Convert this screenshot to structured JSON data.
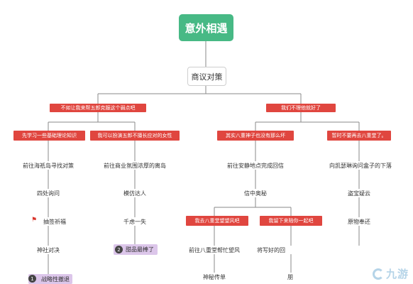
{
  "root": "意外相遇",
  "level1": "商议对策",
  "branch_left": "不如让我来帮五郎克服这个弱点吧",
  "branch_right": "我们不理他就好了",
  "opt_l1": "先学习一些基础理论知识",
  "opt_l2": "我可以扮演五郎不擅长应对的女性",
  "opt_r1": "其实八重神子也没有那么坏",
  "opt_r2": "暂时不要再去八重堂了。",
  "l1_steps": [
    "前往海祇岛寻找对策",
    "四处询问",
    "抽签祈福",
    "神社对决"
  ],
  "l1_end": "战略性撤退",
  "l1_end_badge": "1",
  "l2_steps": [
    "前往商业氛围浓厚的离岛",
    "模仿达人",
    "千虑一失"
  ],
  "l2_end": "甜品最棒了",
  "l2_end_badge": "2",
  "r1_steps": [
    "前往安静地点完成回信",
    "信中奥秘"
  ],
  "r1_sub_a": "我去八重堂望望风吧",
  "r1_sub_b": "我留下来陪你一起吧",
  "r1_a_steps": [
    "前往八重堂帮忙望风",
    "神秘传单"
  ],
  "r1_b_steps": [
    "将写好的回",
    "朋"
  ],
  "r2_steps": [
    "向凯瑟琳询问盒子的下落",
    "盗宝疑云",
    "原物奉还"
  ],
  "watermark": "九游",
  "colors": {
    "green": "#47b985",
    "red": "#e0463f",
    "purple": "#dcc6ea",
    "line": "#8a8a8a"
  }
}
